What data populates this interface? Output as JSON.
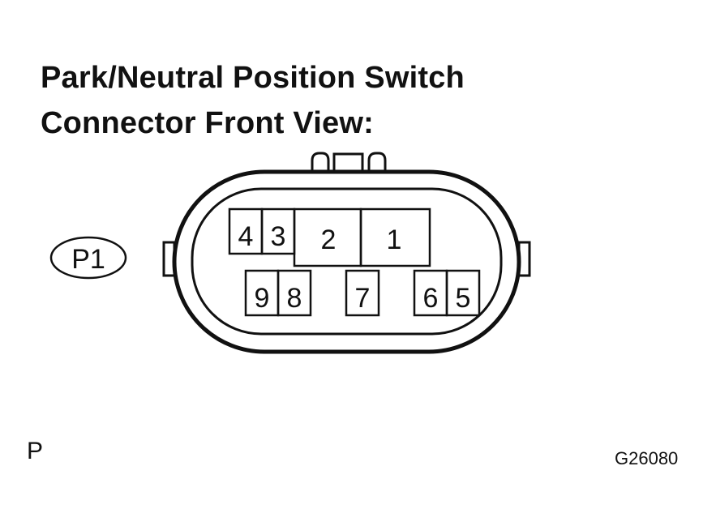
{
  "title": {
    "line1": "Park/Neutral Position Switch",
    "line2": "Connector Front View:"
  },
  "connector_code": "P1",
  "pins": {
    "p1": "1",
    "p2": "2",
    "p3": "3",
    "p4": "4",
    "p5": "5",
    "p6": "6",
    "p7": "7",
    "p8": "8",
    "p9": "9"
  },
  "footer": {
    "page_letter": "P",
    "figure_code": "G26080"
  }
}
